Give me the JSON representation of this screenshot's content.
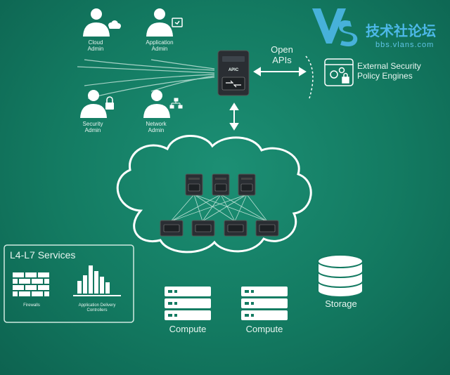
{
  "admins": [
    {
      "label": "Cloud\nAdmin"
    },
    {
      "label": "Application\nAdmin"
    },
    {
      "label": "Security\nAdmin"
    },
    {
      "label": "Network\nAdmin"
    }
  ],
  "controller": {
    "name": "APIC"
  },
  "open_apis": {
    "label": "Open\nAPIs"
  },
  "external": {
    "label": "External Security\nPolicy Engines"
  },
  "services": {
    "title": "L4-L7 Services",
    "firewall_label": "Firewalls",
    "adc_label": "Application Delivery\nControllers"
  },
  "compute": [
    {
      "label": "Compute"
    },
    {
      "label": "Compute"
    }
  ],
  "storage": {
    "label": "Storage"
  },
  "watermark": {
    "cn": "技术社论坛",
    "en": "bbs.vlans.com"
  },
  "colors": {
    "background": "#137a61",
    "foreground": "#ffffff"
  }
}
